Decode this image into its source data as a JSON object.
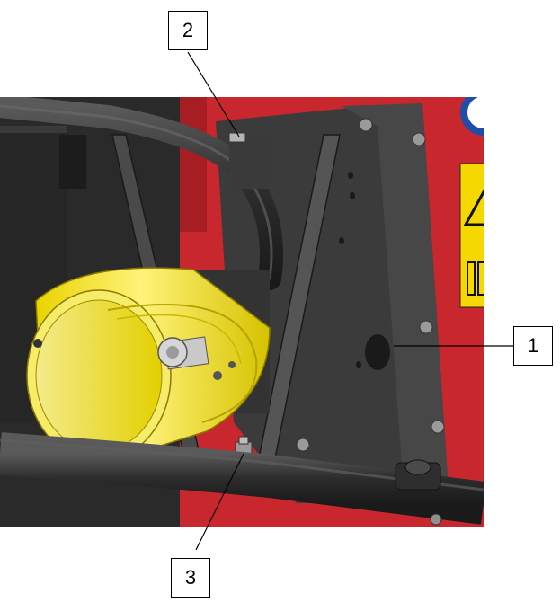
{
  "figure": {
    "description_free": true,
    "colors": {
      "frame_red": "#c8282d",
      "plate_dark": "#3a3a3a",
      "guard_yellow": "#f2e22a",
      "warning_yellow": "#f5d800",
      "leader_line": "#000000"
    }
  },
  "callouts": [
    {
      "id": "1",
      "label": "1"
    },
    {
      "id": "2",
      "label": "2"
    },
    {
      "id": "3",
      "label": "3"
    }
  ]
}
